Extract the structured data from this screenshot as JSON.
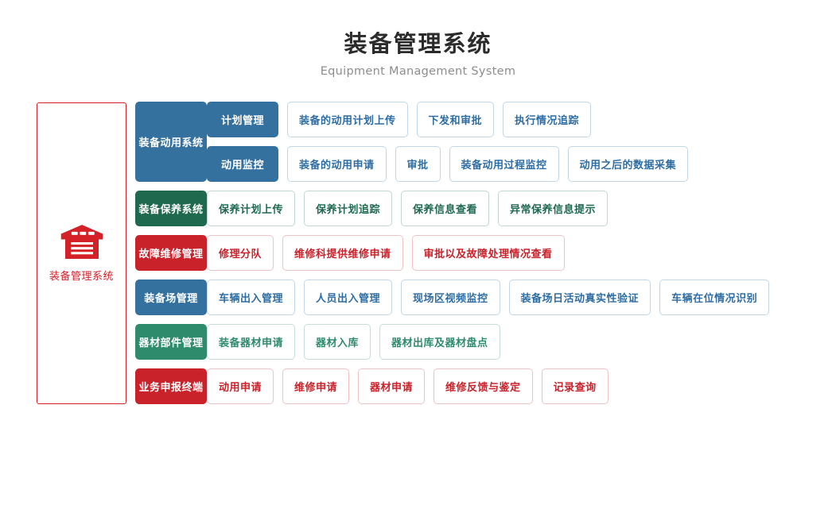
{
  "header": {
    "title_cn": "装备管理系统",
    "title_en": "Equipment Management System"
  },
  "hero": {
    "icon": "warehouse-icon",
    "label": "装备管理系统",
    "border_color": "#d42027",
    "text_color": "#d42027"
  },
  "palette": {
    "blue": "#35719F",
    "blue_text": "#2E6DA4",
    "green": "#1F6A4F",
    "green_light": "#2E8B6B",
    "red": "#C9222B"
  },
  "diagram": {
    "type": "hierarchy",
    "groups": [
      {
        "label": "装备动用系统",
        "color": "blue",
        "subrows": [
          {
            "label": "计划管理",
            "leaves": [
              "装备的动用计划上传",
              "下发和审批",
              "执行情况追踪"
            ]
          },
          {
            "label": "动用监控",
            "leaves": [
              "装备的动用申请",
              "审批",
              "装备动用过程监控",
              "动用之后的数据采集"
            ]
          }
        ]
      },
      {
        "label": "装备保养系统",
        "color": "green",
        "subrows": [
          {
            "label": null,
            "leaves": [
              "保养计划上传",
              "保养计划追踪",
              "保养信息查看",
              "异常保养信息提示"
            ]
          }
        ]
      },
      {
        "label": "故障维修管理",
        "color": "red",
        "subrows": [
          {
            "label": null,
            "leaves": [
              "修理分队",
              "维修科提供维修申请",
              "审批以及故障处理情况查看"
            ]
          }
        ]
      },
      {
        "label": "装备场管理",
        "color": "blue",
        "subrows": [
          {
            "label": null,
            "leaves": [
              "车辆出入管理",
              "人员出入管理",
              "现场区视频监控",
              "装备场日活动真实性验证",
              "车辆在位情况识别"
            ]
          }
        ]
      },
      {
        "label": "器材部件管理",
        "color": "green_light",
        "subrows": [
          {
            "label": null,
            "leaves": [
              "装备器材申请",
              "器材入库",
              "器材出库及器材盘点"
            ]
          }
        ]
      },
      {
        "label": "业务申报终端",
        "color": "red",
        "subrows": [
          {
            "label": null,
            "leaves": [
              "动用申请",
              "维修申请",
              "器材申请",
              "维修反馈与鉴定",
              "记录查询"
            ]
          }
        ]
      }
    ]
  }
}
